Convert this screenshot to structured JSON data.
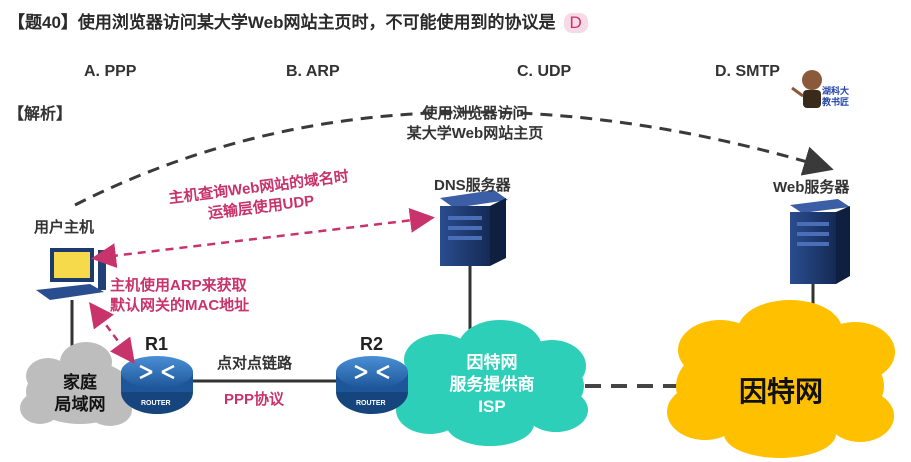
{
  "question": {
    "title": "【题40】使用浏览器访问某大学Web网站主页时，不可能使用到的协议是",
    "answer": "D",
    "options": [
      "A. PPP",
      "B. ARP",
      "C. UDP",
      "D. SMTP"
    ]
  },
  "analysis_label": "【解析】",
  "teacher_badge": [
    "湖科大",
    "教书匠"
  ],
  "diagram": {
    "browse_line1": "使用浏览器访问",
    "browse_line2": "某大学Web网站主页",
    "dns_server": "DNS服务器",
    "web_server": "Web服务器",
    "user_host": "用户主机",
    "dns_note_line1": "主机查询Web网站的域名时",
    "dns_note_line2": "运输层使用UDP",
    "arp_note_line1": "主机使用ARP来获取",
    "arp_note_line2": "默认网关的MAC地址",
    "r1": "R1",
    "r2": "R2",
    "router_tag": "ROUTER",
    "p2p_link": "点对点链路",
    "ppp_protocol": "PPP协议",
    "home_lan_line1": "家庭",
    "home_lan_line2": "局域网",
    "isp_line1": "因特网",
    "isp_line2": "服务提供商",
    "isp_line3": "ISP",
    "internet": "因特网"
  },
  "colors": {
    "pink_accent": "#c8336b",
    "answer_bg": "#f8d9e6",
    "isp_cloud": "#2ecfb8",
    "internet_cloud": "#ffc000",
    "home_cloud": "#bdbdbd",
    "router_blue": "#2b6cb0",
    "server_navy": "#1f3a73"
  }
}
